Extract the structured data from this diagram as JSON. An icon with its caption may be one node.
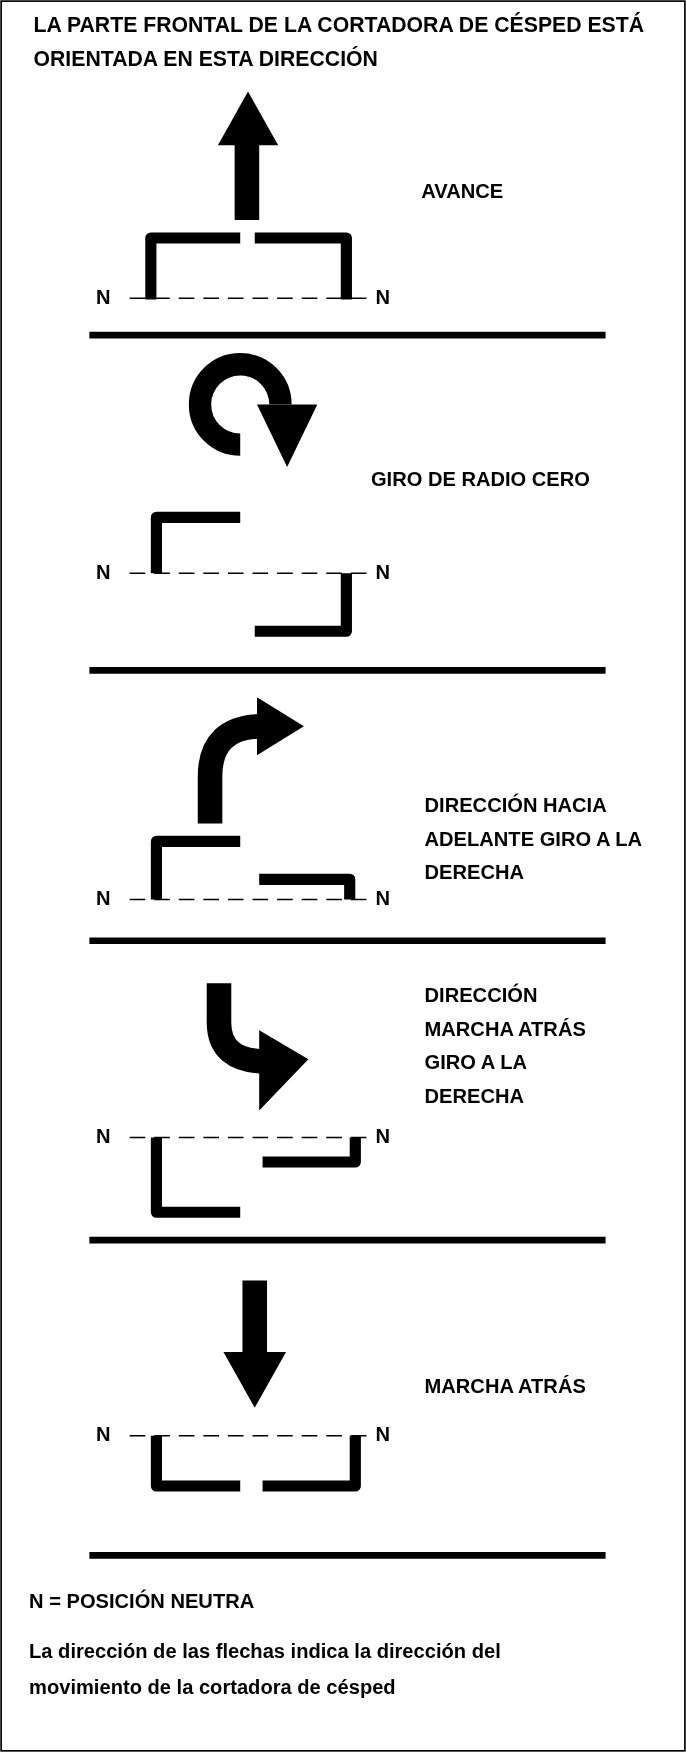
{
  "diagram": {
    "title": "LA PARTE FRONTAL DE LA CORTADORA DE CÉSPED ESTÁ ORIENTADA EN ESTA DIRECCIÓN",
    "labels": [
      "AVANCE",
      "N",
      "N",
      "GIRO DE RADIO CERO",
      "N",
      "N",
      "DIRECCIÓN HACIA ADELANTE GIRO A LA DERECHA",
      "N",
      "N",
      "DIRECCIÓN MARCHA ATRÁS GIRO A LA DERECHA",
      "N",
      "N",
      "MARCHA ATRÁS",
      "N",
      "N",
      "N = POSICIÓN NEUTRA",
      "La dirección de las flechas indica la dirección del movimiento de la cortadora de césped"
    ]
  }
}
